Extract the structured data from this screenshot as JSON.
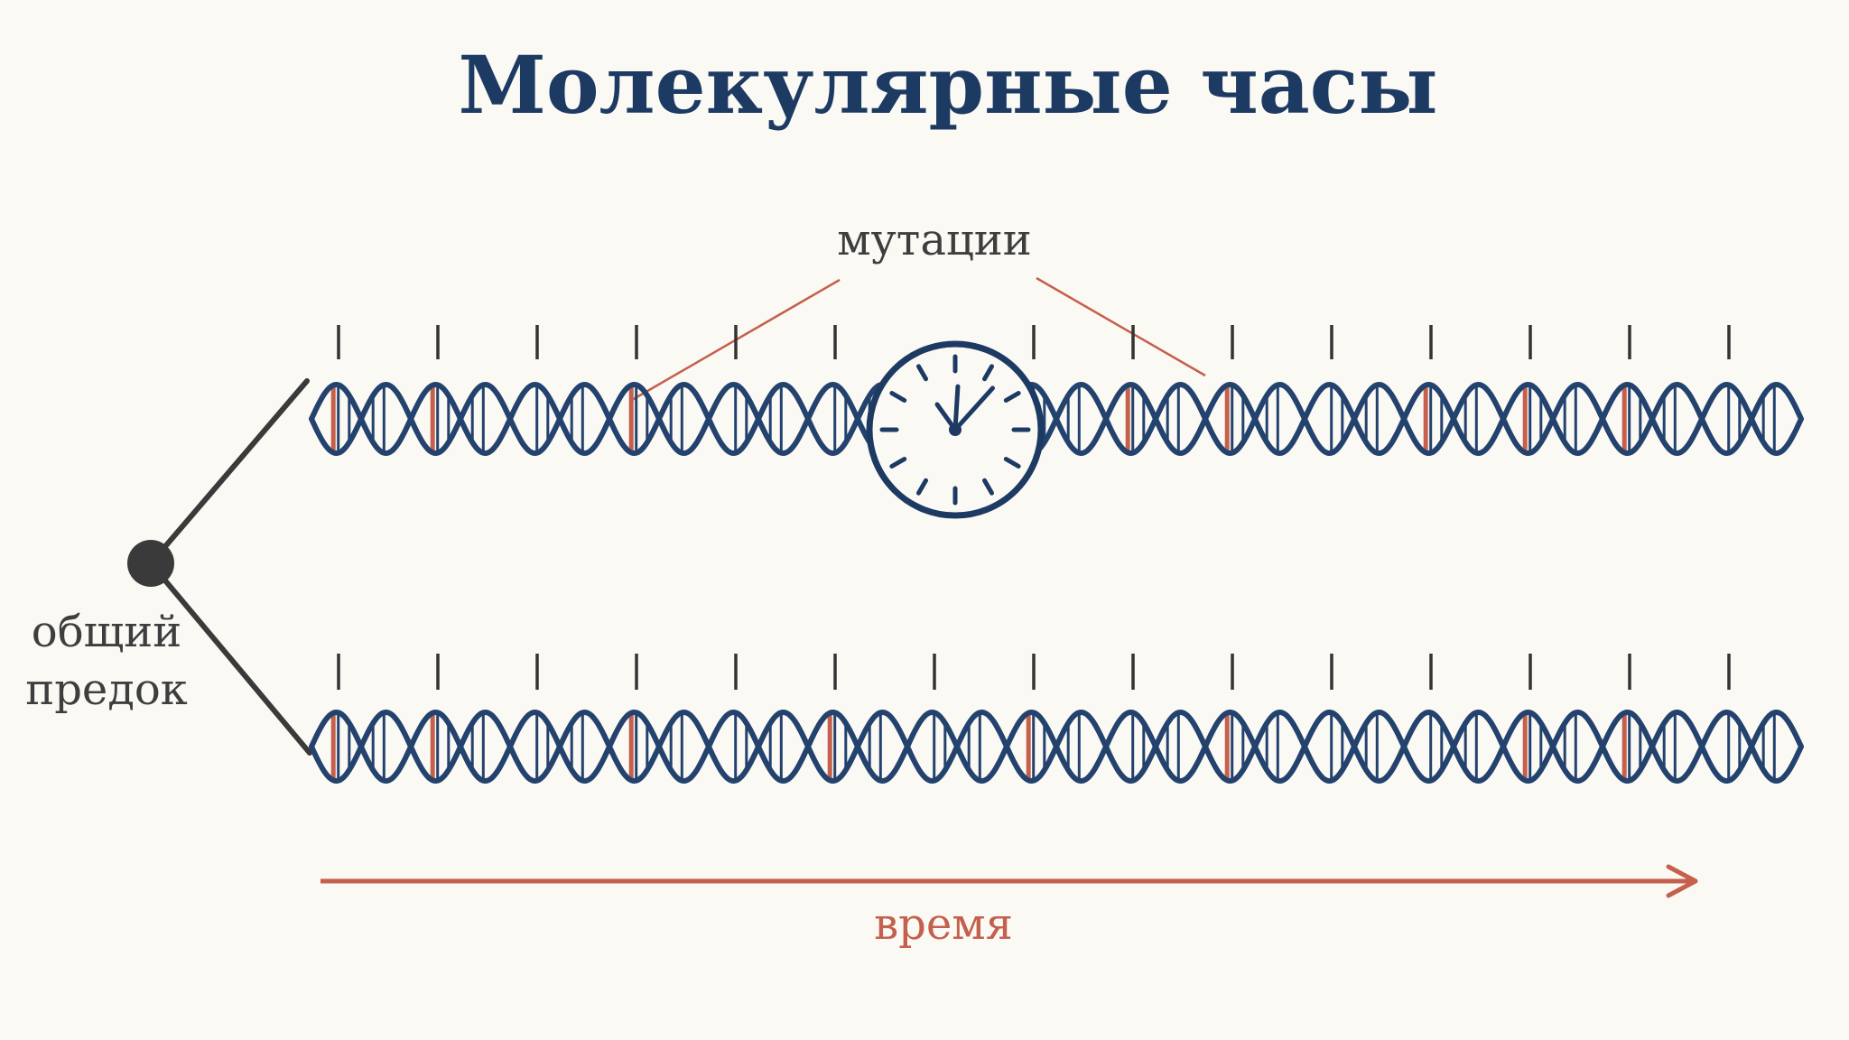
{
  "title": "Молекулярные часы",
  "labels": {
    "mutations": "мутации",
    "ancestor_line1": "общий",
    "ancestor_line2": "предок",
    "time": "время"
  },
  "colors": {
    "background": "#fbf9f4",
    "title": "#1d3a63",
    "helix": "#23426e",
    "mutation": "#c4604c",
    "tree": "#3a3a3a",
    "text": "#3e3e3e",
    "tick": "#333333",
    "clock": "#1d3a63"
  },
  "icons": {
    "clock": "clock-icon",
    "ancestor": "ancestor-node-icon",
    "time": "arrow-right-icon"
  },
  "lineages": [
    {
      "name": "upper-lineage",
      "period_count": 15,
      "clock_segment": 6,
      "mutation_periods": [
        0,
        1,
        3,
        8,
        9,
        11,
        12,
        13
      ]
    },
    {
      "name": "lower-lineage",
      "period_count": 15,
      "clock_segment": null,
      "mutation_periods": [
        0,
        1,
        3,
        5,
        7,
        9,
        12,
        13
      ]
    }
  ],
  "clock": {
    "hours": 12,
    "minutes": 7
  }
}
